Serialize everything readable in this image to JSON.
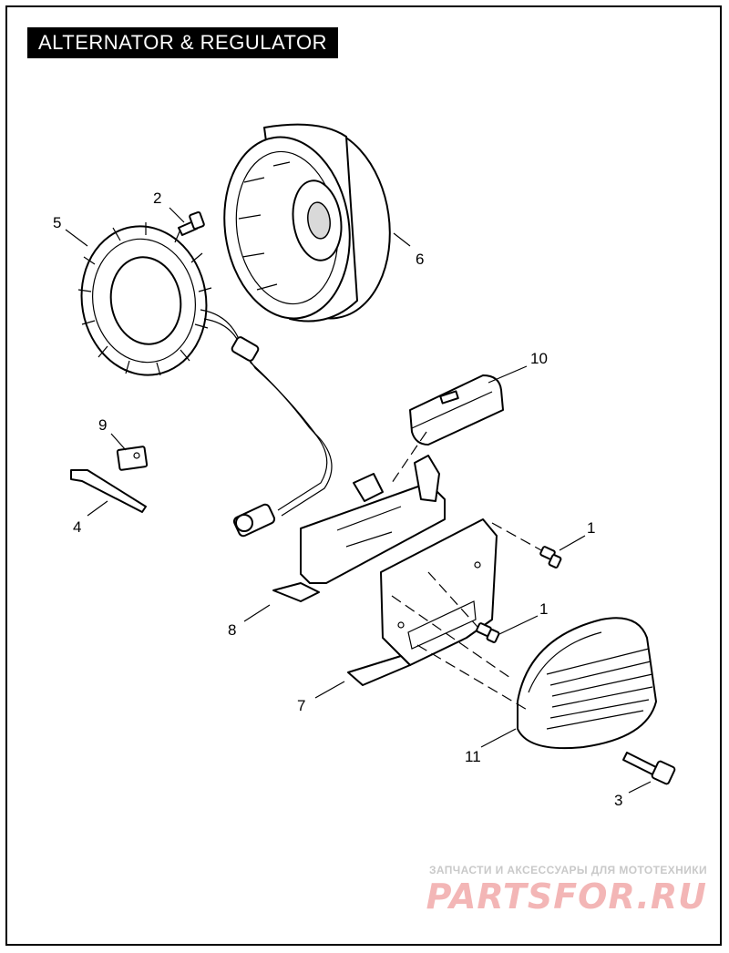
{
  "title": "ALTERNATOR & REGULATOR",
  "callouts": {
    "c1a": "1",
    "c1b": "1",
    "c2": "2",
    "c3": "3",
    "c4": "4",
    "c5": "5",
    "c6": "6",
    "c7": "7",
    "c8": "8",
    "c9": "9",
    "c10": "10",
    "c11": "11"
  },
  "watermark": {
    "caption": "ЗАПЧАСТИ И АКСЕССУАРЫ ДЛЯ МОТОТЕХНИКИ",
    "logo": "PARTSFOR.RU"
  },
  "colors": {
    "line": "#000000",
    "background": "#ffffff",
    "title_bg": "#000000",
    "watermark": "#f3b6b6"
  }
}
